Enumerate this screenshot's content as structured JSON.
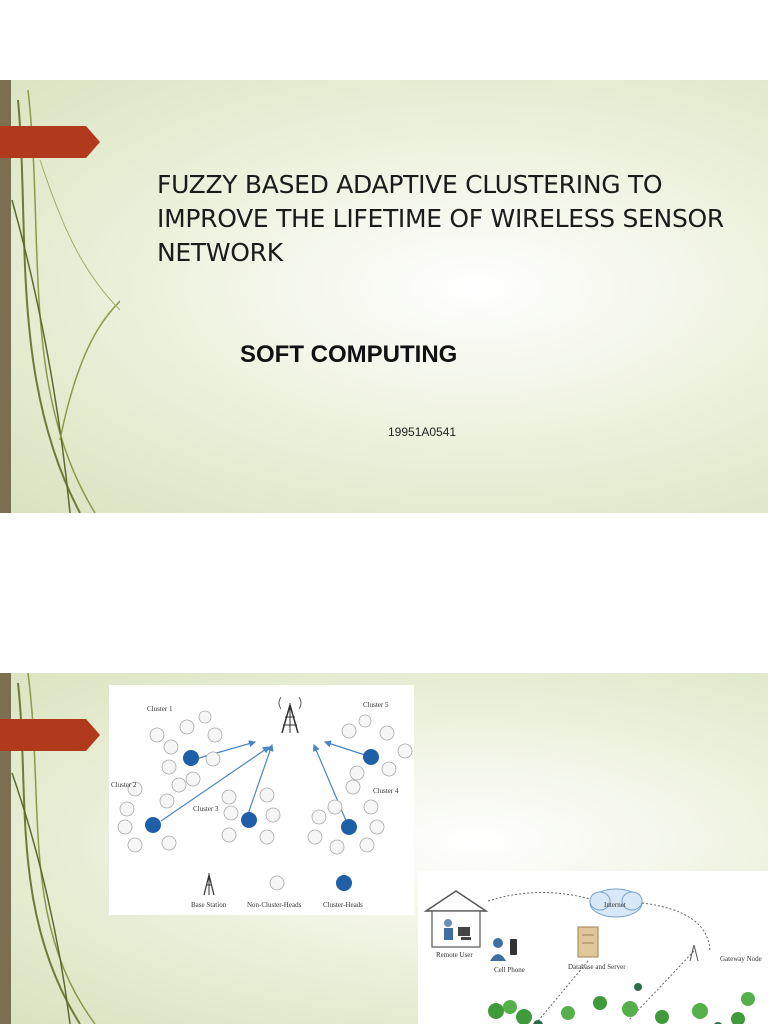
{
  "slide1": {
    "title": "FUZZY BASED ADAPTIVE CLUSTERING TO IMPROVE THE LIFETIME OF WIRELESS SENSOR NETWORK",
    "subtitle": "SOFT COMPUTING",
    "roll_number": "19951A0541"
  },
  "slide2": {
    "figure1": {
      "cluster_labels": [
        "Cluster 1",
        "Cluster 2",
        "Cluster 3",
        "Cluster 4",
        "Cluster 5"
      ],
      "legend": [
        "Base Station",
        "Non-Cluster-Heads",
        "Cluster-Heads"
      ]
    },
    "figure2": {
      "labels": [
        "Remote User",
        "Cell Phone",
        "Database and Server",
        "Internet",
        "Gateway Node"
      ]
    }
  },
  "colors": {
    "accent_tab": "#b23a1c",
    "left_bar": "#7b6f52",
    "cluster_head": "#1f5fa8",
    "arrow": "#4a86c5"
  }
}
